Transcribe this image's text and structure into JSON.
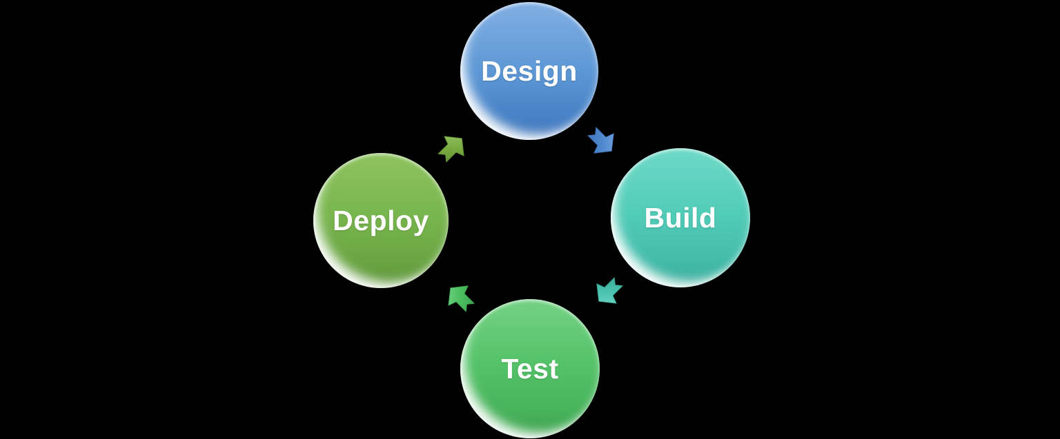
{
  "diagram": {
    "type": "cycle",
    "background_color": "#000000",
    "text_color": "#ffffff",
    "nodes": [
      {
        "id": "design",
        "label": "Design",
        "position": "top",
        "color": "#5e99d6",
        "color_top": "#82afe3",
        "color_bottom": "#4176ba"
      },
      {
        "id": "build",
        "label": "Build",
        "position": "right",
        "color": "#52cdb8",
        "color_top": "#6fd9c7",
        "color_bottom": "#3bab9a"
      },
      {
        "id": "test",
        "label": "Test",
        "position": "bottom",
        "color": "#55c369",
        "color_top": "#74d185",
        "color_bottom": "#3ea24f"
      },
      {
        "id": "deploy",
        "label": "Deploy",
        "position": "left",
        "color": "#79b64f",
        "color_top": "#8fc360",
        "color_bottom": "#5d9439"
      }
    ],
    "arrows": [
      {
        "from": "design",
        "to": "build",
        "direction": "down-right",
        "color": "#4e87ce",
        "color_light": "#7fabe2",
        "color_dark": "#3c70b2"
      },
      {
        "from": "build",
        "to": "test",
        "direction": "down-left",
        "color": "#49c3b0",
        "color_light": "#79d8c9",
        "color_dark": "#379e8d"
      },
      {
        "from": "test",
        "to": "deploy",
        "direction": "up-left",
        "color": "#4cbe60",
        "color_light": "#7cd58c",
        "color_dark": "#399b4b"
      },
      {
        "from": "deploy",
        "to": "design",
        "direction": "up-right",
        "color": "#78ac42",
        "color_light": "#9cc466",
        "color_dark": "#5d8c31"
      }
    ]
  }
}
